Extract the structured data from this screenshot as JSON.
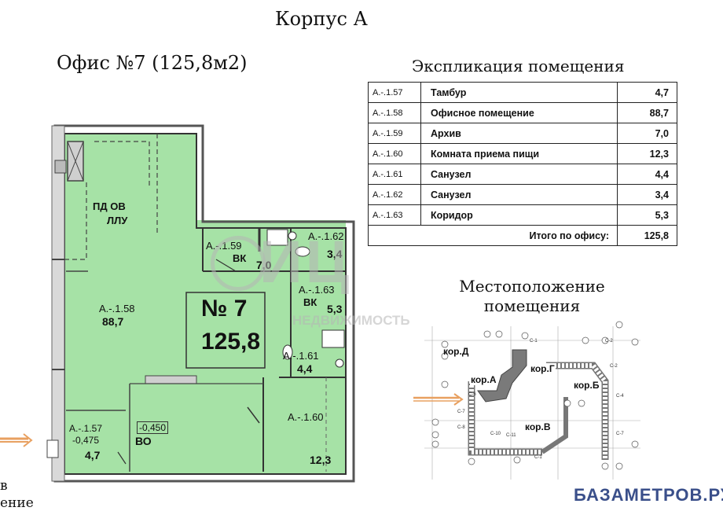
{
  "header": {
    "building": "Корпус А",
    "office_title": "Офис №7 (125,8м2)",
    "explication_title": "Экспликация помещения",
    "location_title_line1": "Местоположение",
    "location_title_line2": "помещения"
  },
  "explication": {
    "rows": [
      {
        "code": "А.-.1.57",
        "name": "Тамбур",
        "area": "4,7"
      },
      {
        "code": "А.-.1.58",
        "name": "Офисное помещение",
        "area": "88,7"
      },
      {
        "code": "А.-.1.59",
        "name": "Архив",
        "area": "7,0"
      },
      {
        "code": "А.-.1.60",
        "name": "Комната приема пищи",
        "area": "12,3"
      },
      {
        "code": "А.-.1.61",
        "name": "Санузел",
        "area": "4,4"
      },
      {
        "code": "А.-.1.62",
        "name": "Санузел",
        "area": "3,4"
      },
      {
        "code": "А.-.1.63",
        "name": "Коридор",
        "area": "5,3"
      }
    ],
    "total_label": "Итого по офису:",
    "total_value": "125,8"
  },
  "floor_plan": {
    "office_number": "№ 7",
    "office_area": "125,8",
    "pd_label": "ПД ОВ",
    "llu_label": "ЛЛУ",
    "rooms": {
      "r157_code": "А.-.1.57",
      "r157_level": "-0,475",
      "r157_area": "4,7",
      "r158_code": "А.-.1.58",
      "r158_area": "88,7",
      "r159_code": "А.-.1.59",
      "r159_tag": "ВК",
      "r159_area": "7,0",
      "r160_code": "А.-.1.60",
      "r160_area": "12,3",
      "r161_code": "А.-.1.61",
      "r161_area": "4,4",
      "r162_code": "А.-.1.62",
      "r162_area": "3,4",
      "r163_code": "А.-.1.63",
      "r163_tag": "ВК",
      "r163_area": "5,3",
      "vo_level": "-0,450",
      "vo_label": "ВО"
    },
    "entrance_fragment_1": "в",
    "entrance_fragment_2": "ение"
  },
  "site_plan": {
    "korpus_d": "кор.Д",
    "korpus_a": "кор.А",
    "korpus_g": "кор.Г",
    "korpus_b": "кор.Б",
    "korpus_v": "кор.В"
  },
  "watermark": {
    "logo": "ИЦ",
    "text": "НЕДВИЖИМОСТЬ"
  },
  "brand": "БАЗАМЕТРОВ.РУ",
  "colors": {
    "room_fill": "#a6e2a6",
    "wall": "#555555",
    "highlight": "#7a7a7a",
    "arrow": "#e8a060",
    "brand": "#3a4f8a"
  }
}
